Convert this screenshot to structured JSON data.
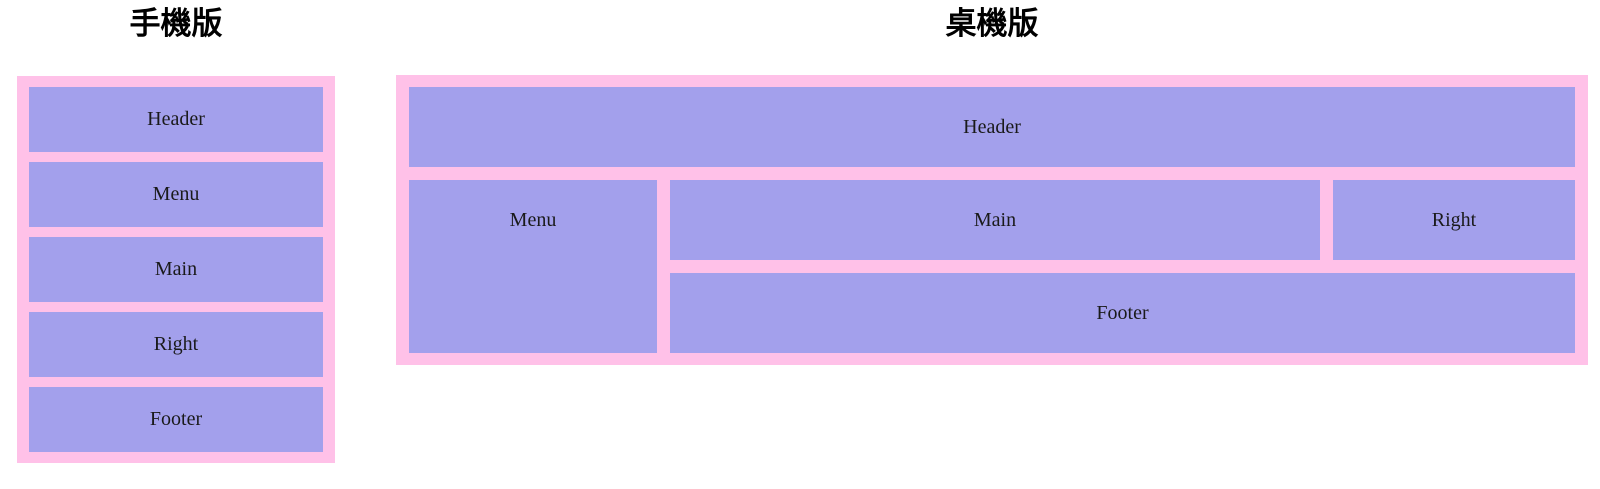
{
  "colors": {
    "container_pink": "#ffc1e8",
    "item_purple": "#a3a0ec",
    "item_text": "#1a1a1a",
    "title_text": "#000000"
  },
  "mobile": {
    "title": "手機版",
    "items": [
      {
        "label": "Header"
      },
      {
        "label": "Menu"
      },
      {
        "label": "Main"
      },
      {
        "label": "Right"
      },
      {
        "label": "Footer"
      }
    ]
  },
  "desktop": {
    "title": "桌機版",
    "items": {
      "header": "Header",
      "menu": "Menu",
      "main": "Main",
      "right": "Right",
      "footer": "Footer"
    }
  }
}
